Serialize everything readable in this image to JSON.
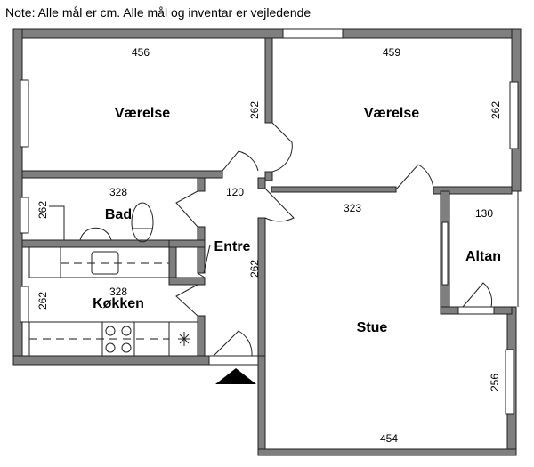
{
  "note": "Note: Alle mål er cm. Alle mål og inventar er vejledende",
  "rooms": {
    "vaerelse_left": {
      "label": "Værelse",
      "width": "456",
      "depth": "262"
    },
    "vaerelse_right": {
      "label": "Værelse",
      "width": "459",
      "depth": "262"
    },
    "bad": {
      "label": "Bad",
      "width": "328",
      "depth": "262"
    },
    "entre": {
      "label": "Entre",
      "width": "120",
      "depth": "262"
    },
    "koekken": {
      "label": "Køkken",
      "width": "328",
      "depth": "262"
    },
    "stue": {
      "label": "Stue",
      "width": "323",
      "width_bottom": "454",
      "depth": "256"
    },
    "altan": {
      "label": "Altan",
      "width": "130"
    }
  }
}
